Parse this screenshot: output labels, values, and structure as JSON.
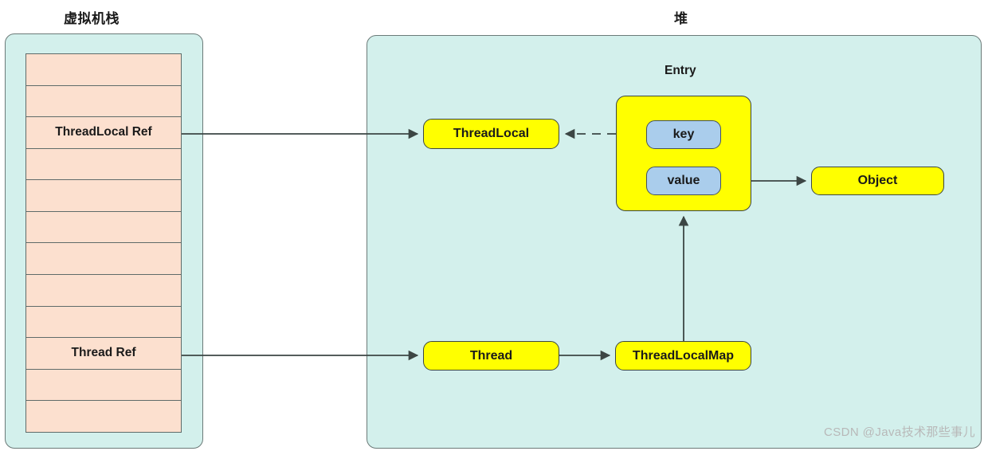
{
  "panels": {
    "stack": {
      "title": "虚拟机栈",
      "cells": [
        {
          "label": ""
        },
        {
          "label": ""
        },
        {
          "label": "ThreadLocal Ref"
        },
        {
          "label": ""
        },
        {
          "label": ""
        },
        {
          "label": ""
        },
        {
          "label": ""
        },
        {
          "label": ""
        },
        {
          "label": ""
        },
        {
          "label": "Thread Ref"
        },
        {
          "label": ""
        },
        {
          "label": ""
        }
      ]
    },
    "heap": {
      "title": "堆",
      "entry_label": "Entry",
      "nodes": {
        "threadlocal": "ThreadLocal",
        "key": "key",
        "value": "value",
        "object": "Object",
        "thread": "Thread",
        "threadlocalmap": "ThreadLocalMap"
      }
    }
  },
  "edges": [
    {
      "name": "threadlocal-ref-to-threadlocal",
      "from": "ThreadLocal Ref",
      "to": "ThreadLocal",
      "style": "solid"
    },
    {
      "name": "key-to-threadlocal",
      "from": "key",
      "to": "ThreadLocal",
      "style": "dashed"
    },
    {
      "name": "value-to-object",
      "from": "value",
      "to": "Object",
      "style": "solid"
    },
    {
      "name": "thread-ref-to-thread",
      "from": "Thread Ref",
      "to": "Thread",
      "style": "solid"
    },
    {
      "name": "thread-to-threadlocalmap",
      "from": "Thread",
      "to": "ThreadLocalMap",
      "style": "solid"
    },
    {
      "name": "threadlocalmap-to-entry",
      "from": "ThreadLocalMap",
      "to": "Entry",
      "style": "solid"
    }
  ],
  "colors": {
    "container_fill": "#d3f0ec",
    "stack_cell_fill": "#fce0cf",
    "node_yellow": "#ffff00",
    "node_blue": "#aacdec",
    "stroke": "#3c4644",
    "watermark": "#b8b8b8"
  },
  "watermark": "CSDN @Java技术那些事儿"
}
